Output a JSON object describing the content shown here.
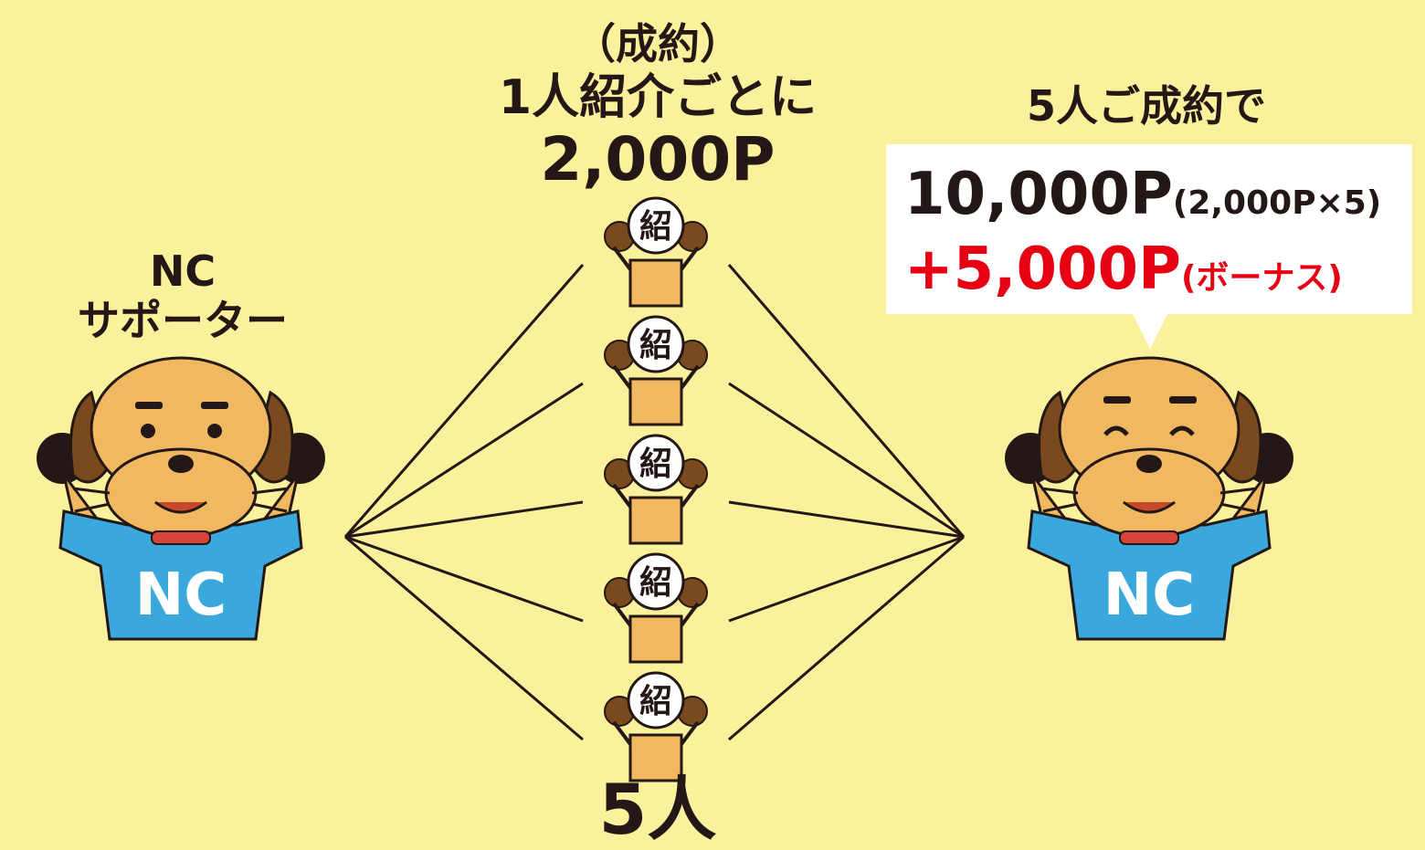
{
  "top": {
    "note": "（成約）",
    "label": "1人紹介ごとに",
    "points": "2,000P"
  },
  "left": {
    "label_line1": "NC",
    "label_line2": "サポーター",
    "shirt_text": "NC"
  },
  "right": {
    "label": "5人ご成約で",
    "shirt_text": "NC",
    "bubble": {
      "amount": "10,000P",
      "amount_note": "(2,000P×5)",
      "bonus": "+5,000P",
      "bonus_note": "(ボーナス)"
    }
  },
  "referrals": {
    "badge_char": "紹",
    "count": 5
  },
  "bottom": {
    "count_label": "5人"
  },
  "colors": {
    "background": "#fbf09b",
    "dog_fur": "#f0b860",
    "dog_ear": "#7a4a1e",
    "shirt": "#3aa8dc",
    "bonus_red": "#e60012",
    "line": "#231815"
  }
}
